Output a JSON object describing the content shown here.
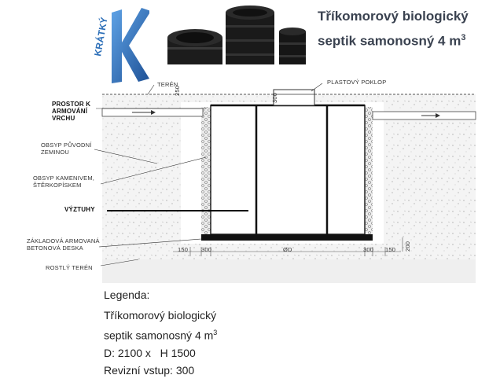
{
  "brand": {
    "logo_text": "KRÁTKÝ",
    "logo_letter": "K"
  },
  "title": {
    "line1": "Tříkomorový biologický",
    "line2": "septik samonosný 4 m",
    "line2_sup": "3"
  },
  "labels": {
    "teren": "TERÉN",
    "plastovy_poklop": "PLASTOVÝ POKLOP",
    "prostor_line1": "PROSTOR K",
    "prostor_line2": "ARMOVÁNÍ",
    "prostor_line3": "VRCHU",
    "obsyp_puvodni_line1": "OBSYP PŮVODNÍ",
    "obsyp_puvodni_line2": "ZEMINOU",
    "obsyp_kamenivem_line1": "OBSYP KAMENIVEM,",
    "obsyp_kamenivem_line2": "ŠTĚRKOPÍSKEM",
    "vyztuhy": "VÝZTUHY",
    "zakladova_line1": "ZÁKLADOVÁ ARMOVANÁ",
    "zakladova_line2": "BETONOVÁ DESKA",
    "rostly_teren": "ROSTLÝ TERÉN"
  },
  "dimensions": {
    "top_left": "250",
    "top_right": "300",
    "bottom_left_150": "150",
    "bottom_left_300": "300",
    "diameter": "ØD",
    "bottom_right_300": "300",
    "bottom_right_150": "150",
    "side_right": "200"
  },
  "legend": {
    "heading": "Legenda:",
    "line1": "Tříkomorový biologický",
    "line2": "septik samonosný 4 m",
    "line2_sup": "3",
    "line3": "D: 2100 x   H 1500",
    "line4": "Revizní vstup: 300"
  },
  "colors": {
    "logo_blue": "#2d6fb8",
    "title_gray": "#3a4250",
    "tank_black": "#1a1a1a"
  }
}
